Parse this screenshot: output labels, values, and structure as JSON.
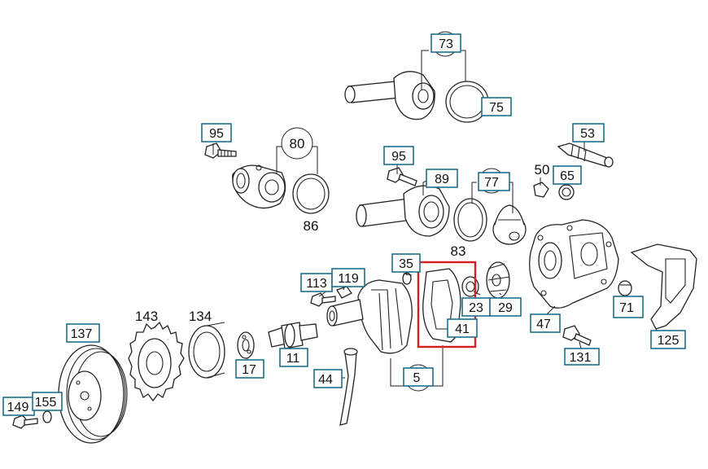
{
  "diagram": {
    "callouts": {
      "c73": "73",
      "c75": "75",
      "c95a": "95",
      "c80": "80",
      "c86": "86",
      "c95b": "95",
      "c89": "89",
      "c77": "77",
      "c83": "83",
      "c53": "53",
      "c50": "50",
      "c65": "65",
      "c35": "35",
      "c113": "113",
      "c119": "119",
      "c23": "23",
      "c29": "29",
      "c41": "41",
      "c5": "5",
      "c47": "47",
      "c71": "71",
      "c125": "125",
      "c131": "131",
      "c143": "143",
      "c134": "134",
      "c137": "137",
      "c17": "17",
      "c11": "11",
      "c44": "44",
      "c149": "149",
      "c155": "155"
    },
    "colors": {
      "label_box": "#1f6f8b",
      "highlight": "#d42020",
      "line": "#222222"
    }
  }
}
